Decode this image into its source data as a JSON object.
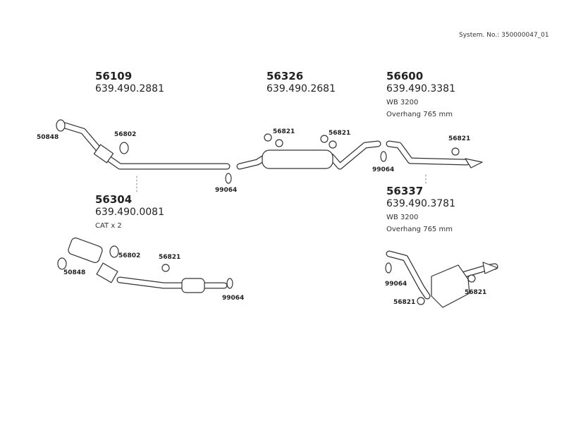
{
  "system_no": "System. No.: 350000047_01",
  "groups": [
    {
      "part": "56109",
      "ref": "639.490.2881"
    },
    {
      "part": "56326",
      "ref": "639.490.2681"
    },
    {
      "part": "56600",
      "ref": "639.490.3381",
      "notes": [
        "WB 3200",
        "Overhang 765 mm"
      ]
    },
    {
      "part": "56304",
      "ref": "639.490.0081",
      "notes": [
        "CAT x 2"
      ]
    },
    {
      "part": "56337",
      "ref": "639.490.3781",
      "notes": [
        "WB 3200",
        "Overhang 765 mm"
      ]
    }
  ],
  "callouts": [
    "50848",
    "56802",
    "56821",
    "56821",
    "99064",
    "99064",
    "56821",
    "56802",
    "56821",
    "50848",
    "99064",
    "99064",
    "56821",
    "56821"
  ]
}
